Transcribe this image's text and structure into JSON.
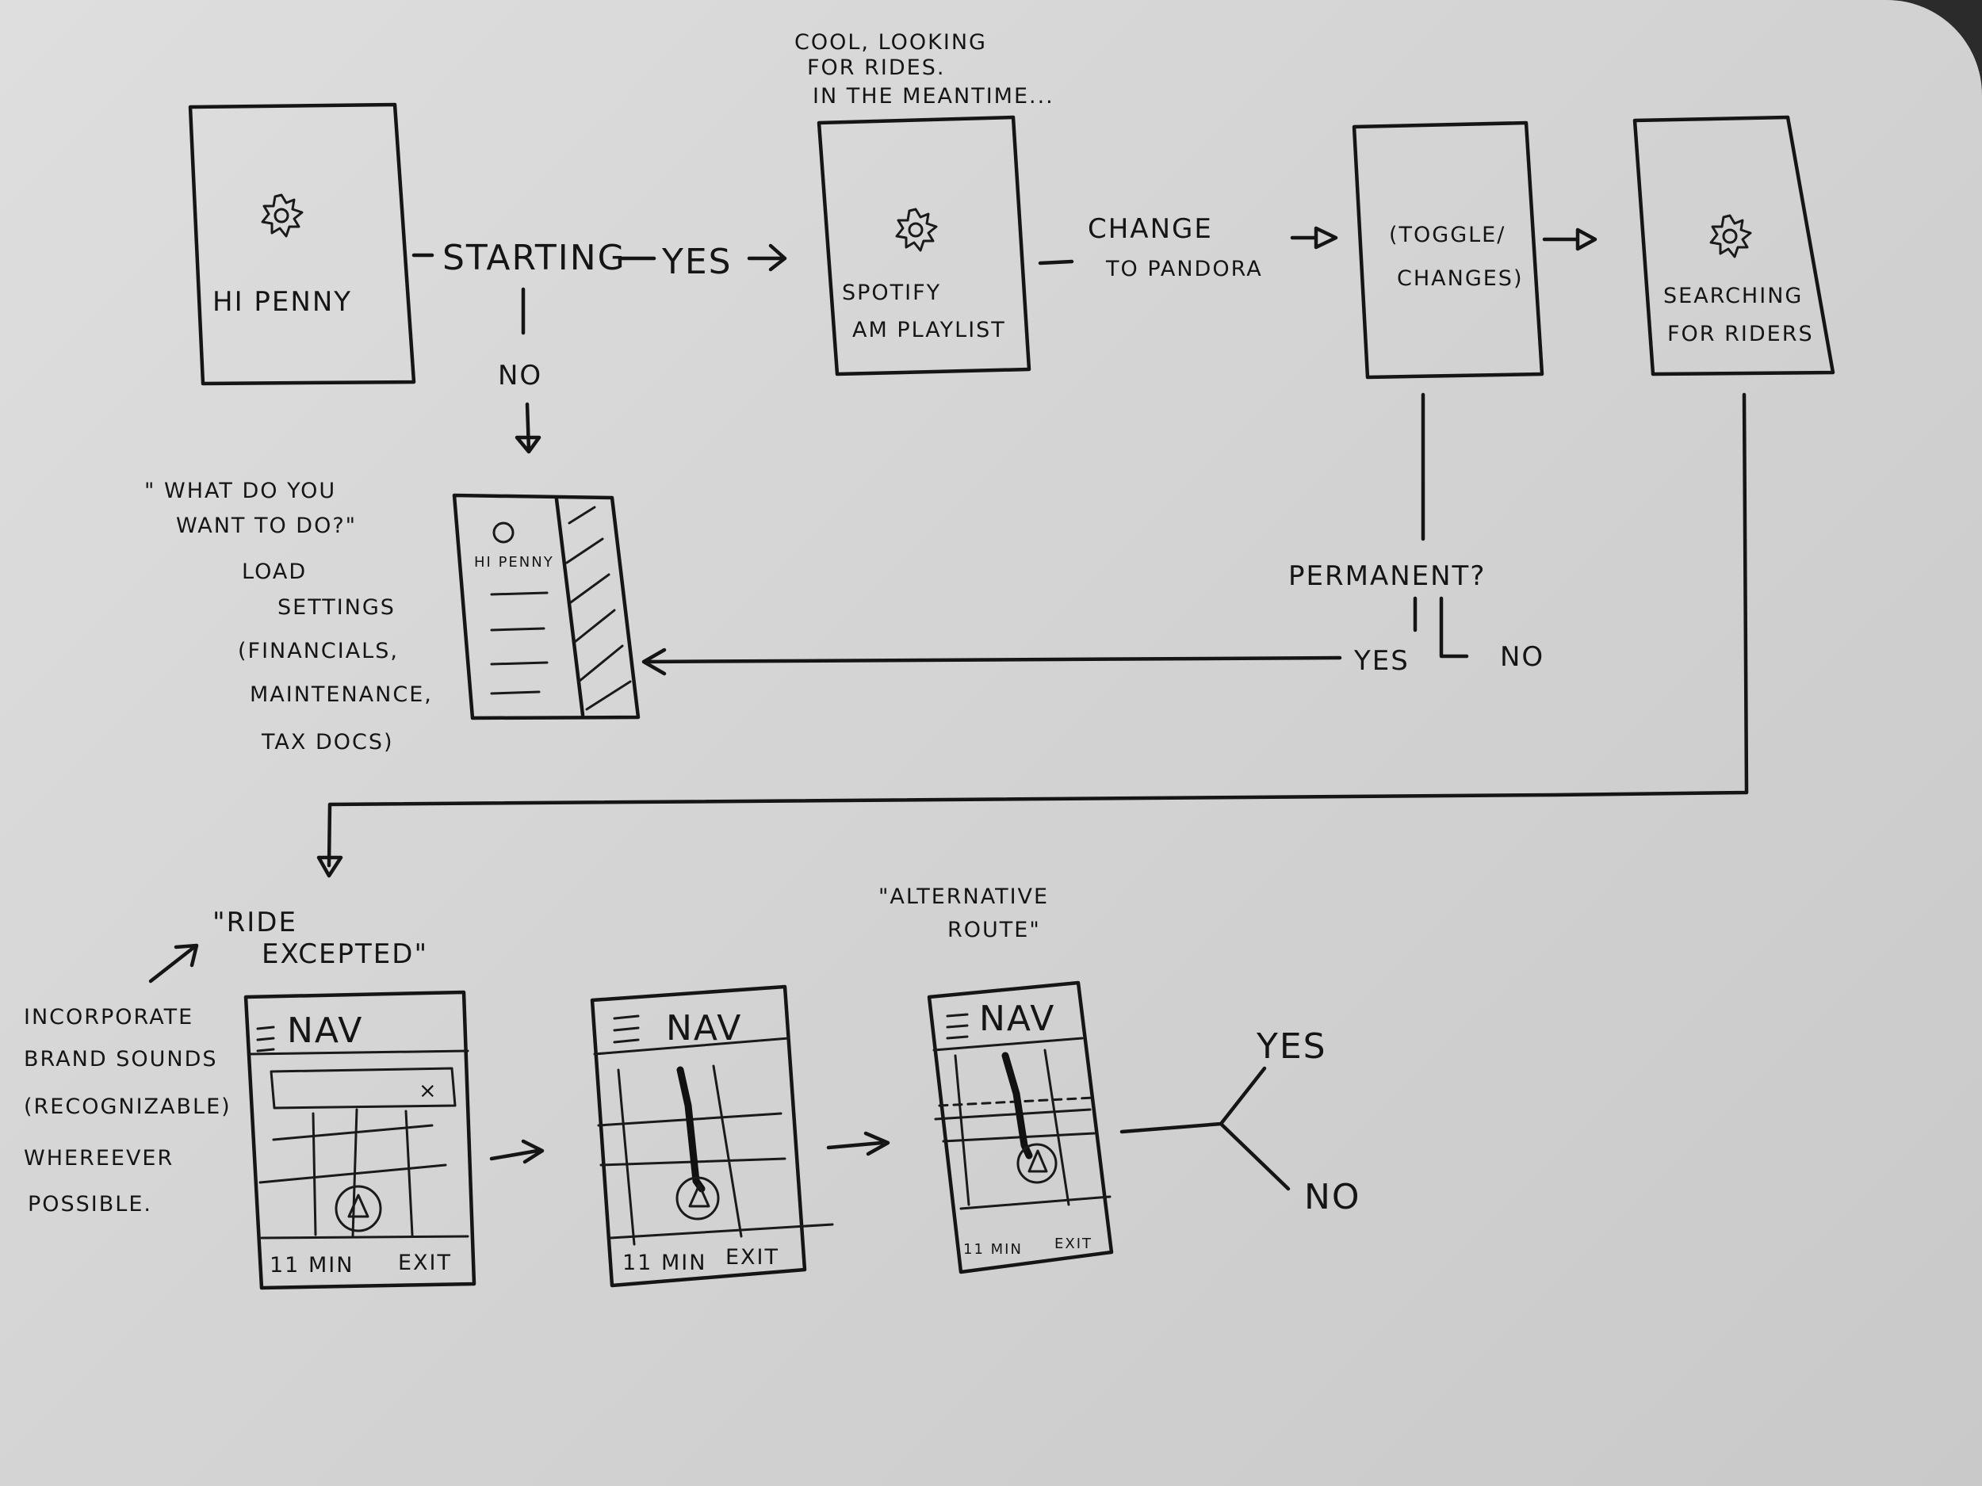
{
  "screens": {
    "hi_penny": "HI PENNY",
    "spotify": [
      "SPOTIFY",
      "AM PLAYLIST"
    ],
    "toggle": [
      "(TOGGLE/",
      "CHANGES)"
    ],
    "searching": [
      "SEARCHING",
      "FOR RIDERS"
    ]
  },
  "notes": {
    "cool": [
      "COOL, LOOKING",
      "FOR RIDES.",
      "IN THE MEANTIME..."
    ],
    "what_do": [
      "\" WHAT DO YOU",
      "WANT TO DO?\""
    ],
    "load_settings": [
      "LOAD",
      "SETTINGS",
      "(FINANCIALS,",
      "MAINTENANCE,",
      "TAX DOCS)"
    ],
    "incorporate": [
      "INCORPORATE",
      "BRAND SOUNDS",
      "(RECOGNIZABLE)",
      "WHEREEVER",
      "POSSIBLE."
    ],
    "ride_accepted": [
      "\"RIDE",
      "EXCEPTED\""
    ],
    "alt_route": [
      "\"ALTERNATIVE",
      "ROUTE\""
    ]
  },
  "flow": {
    "starting": "STARTING",
    "yes": "YES",
    "no": "NO",
    "change": [
      "CHANGE",
      "TO PANDORA"
    ],
    "permanent": "PERMANENT?",
    "perm_yes": "YES",
    "perm_no": "NO",
    "final_yes": "YES",
    "final_no": "NO"
  },
  "menu_screen": {
    "name": "HI PENNY"
  },
  "nav_screen": {
    "title": "NAV",
    "eta": "11 MIN",
    "exit": "EXIT",
    "clear_icon": "×"
  },
  "icons": {
    "gear": "gear-icon",
    "menu": "hamburger-icon",
    "location": "location-arrow-icon"
  }
}
